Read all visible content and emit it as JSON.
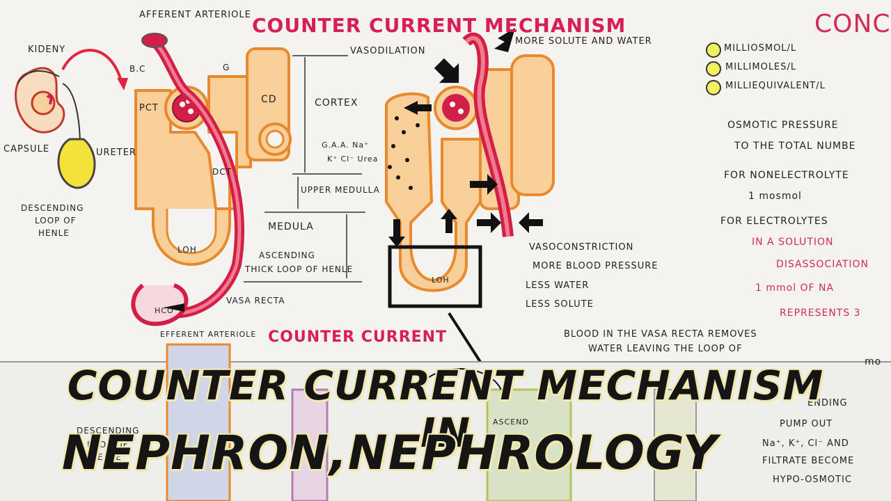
{
  "diagram": {
    "titles": {
      "main": "COUNTER CURRENT MECHANISM",
      "lower": "COUNTER CURRENT",
      "concepts_partial": "CONCE"
    },
    "left_labels": {
      "afferent": "AFFERENT ARTERIOLE",
      "kidney": "KIDENY",
      "capsule": "CAPSULE",
      "ureter": "URETER",
      "bc": "B.C",
      "g": "G",
      "pct": "PCT",
      "dct": "DCT",
      "cd": "CD",
      "loh": "LOH",
      "vasodilation": "VASODILATION",
      "cortex": "CORTEX",
      "upper_medulla": "UPPER MEDULLA",
      "medulla": "MEDULA",
      "descending_1": "DESCENDING",
      "descending_2": "LOOP OF",
      "descending_3": "HENLE",
      "ascending_1": "ASCENDING",
      "ascending_2": "THICK LOOP OF HENLE",
      "vasa_recta": "VASA RECTA",
      "efferent": "EFFERENT ARTERIOLE",
      "hco3": "HCO"
    },
    "middle_labels": {
      "more_solute": "MORE SOLUTE AND WATER",
      "ions_1": "G.A.A. Na⁺",
      "ions_2": "K⁺ Cl⁻ Urea",
      "loh": "LOH",
      "vasoconstriction": "VASOCONSTRICTION",
      "more_bp": "MORE BLOOD PRESSURE",
      "less_water": "LESS WATER",
      "less_solute": "LESS SOLUTE",
      "blood_1": "BLOOD IN THE VASA RECTA REMOVES",
      "blood_2": "WATER LEAVING THE LOOP OF"
    },
    "right_labels": {
      "unit_1": "MILLIOSMOL/L",
      "unit_2": "MILLIMOLES/L",
      "unit_3": "MILLIEQUIVALENT/L",
      "osmotic_1": "OSMOTIC PRESSURE",
      "osmotic_2": "TO THE TOTAL NUMBE",
      "nonelec_1": "FOR NONELECTROLYTE",
      "nonelec_2": "1 mosmol",
      "elec_1": "FOR ELECTROLYTES",
      "elec_2": "IN A SOLUTION",
      "elec_3": "DISASSOCIATION",
      "mmol_1": "1 mmol OF NA",
      "mmol_2": "REPRESENTS 3",
      "mo": "mo"
    },
    "bottom_labels": {
      "descending_1": "DESCENDING",
      "descending_2": "LOOP OF",
      "descending_3": "HENLE",
      "ascend": "ASCEND",
      "right_1": "ENDING",
      "right_2": "PUMP OUT",
      "right_3": "Na⁺, K⁺, Cl⁻ AND",
      "right_4": "FILTRATE BECOME",
      "right_5": "HYPO-OSMOTIC"
    }
  },
  "overlay": {
    "line1": "COUNTER CURRENT MECHANISM IN",
    "line2": "NEPHRON,NEPHROLOGY"
  },
  "colors": {
    "tubule_fill": "#f8cf98",
    "tubule_stroke": "#e9892d",
    "vessel": "#d21f48",
    "vessel_light": "#f27a8e",
    "text_red": "#d22a56",
    "highlight": "#f0f060",
    "banner_text": "#151515",
    "banner_outline": "#f3e7b0"
  }
}
